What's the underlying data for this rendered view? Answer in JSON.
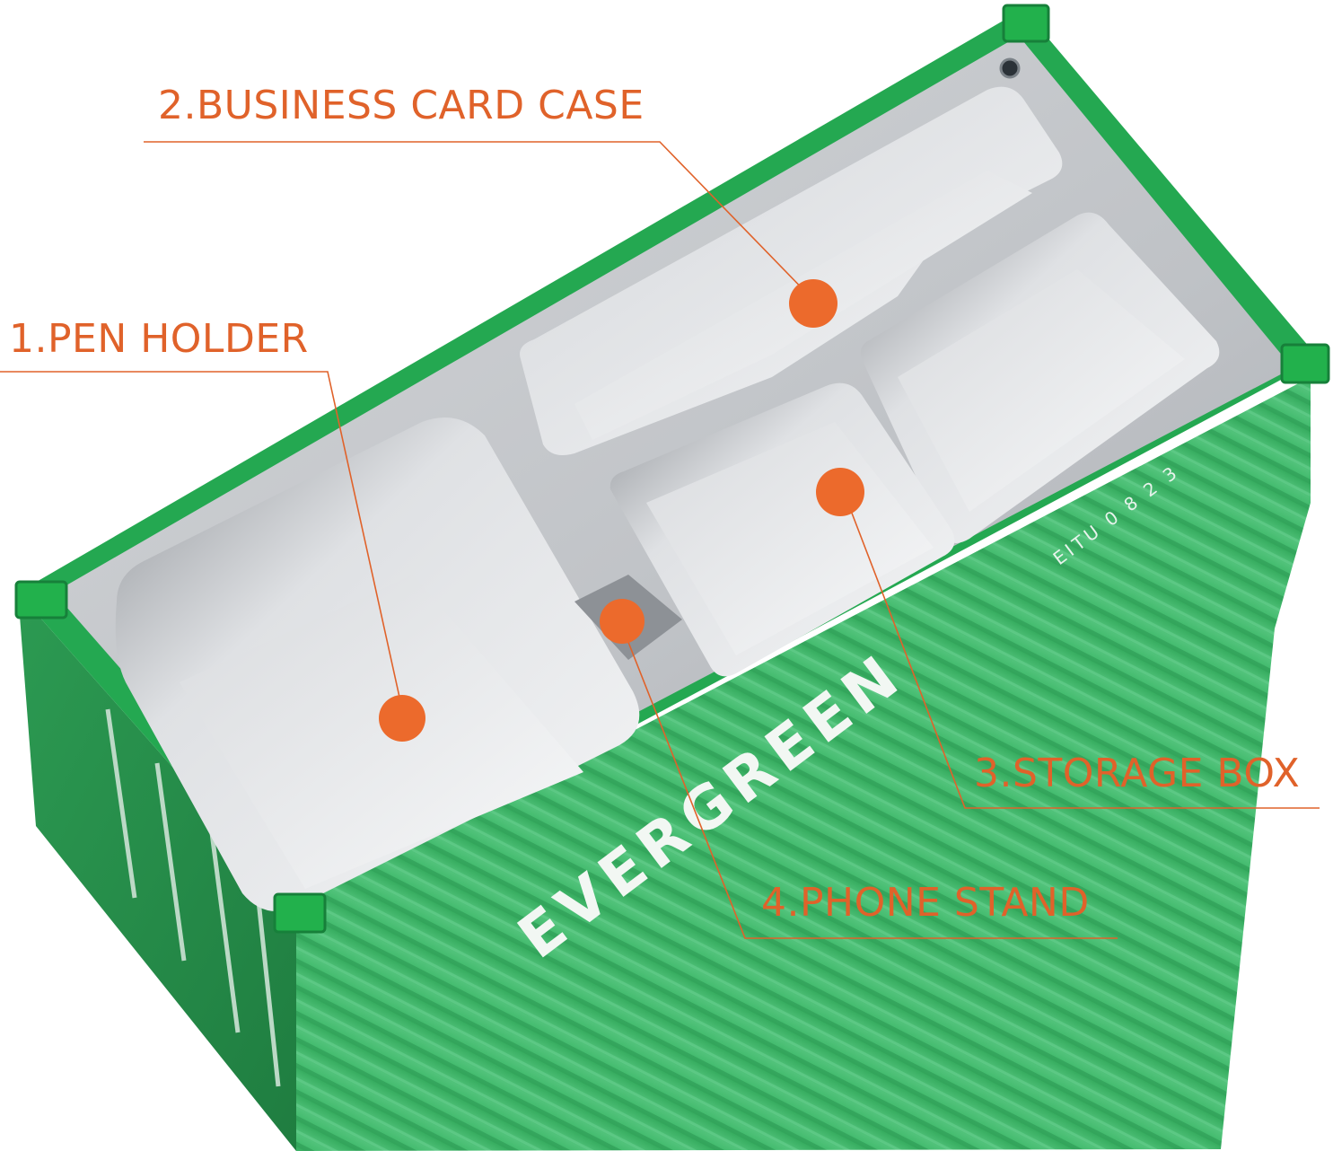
{
  "callouts": {
    "pen_holder": "1.PEN HOLDER",
    "business_card_case": "2.BUSINESS CARD CASE",
    "storage_box": "3.STORAGE BOX",
    "phone_stand": "4.PHONE STAND"
  },
  "container": {
    "brand_text": "EVERGREEN",
    "code_text": "EITU 0 8 2 3"
  },
  "colors": {
    "callout_orange": "#e0622a",
    "container_green": "#2fa75a",
    "container_green_dark": "#1f8b46",
    "corner_green": "#22b14c",
    "tray_silver": "#c7c9cc",
    "tray_dark": "#9a9ea3"
  }
}
